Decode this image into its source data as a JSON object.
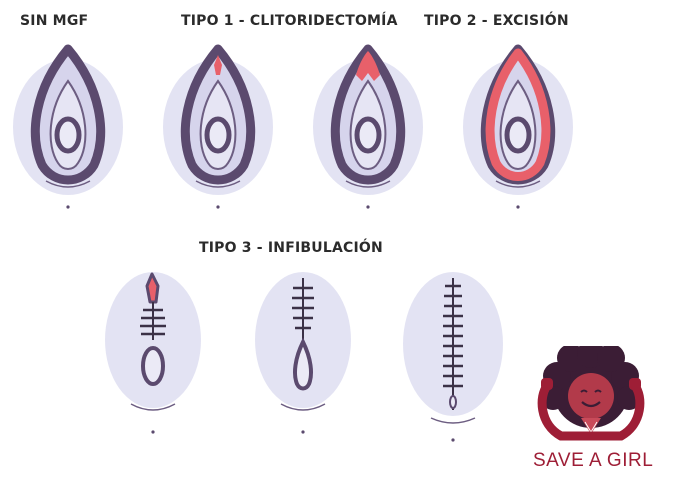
{
  "labels": {
    "none": "SIN MGF",
    "type1": "TIPO 1 - CLITORIDECTOMÍA",
    "type2": "TIPO 2 - EXCISIÓN",
    "type3": "TIPO 3 - INFIBULACIÓN"
  },
  "logo": {
    "text": "SAVE A GIRL",
    "logo_color": "#9e1e36",
    "hair_color": "#3b1d35",
    "face_color": "#b23a4a"
  },
  "colors": {
    "skin": "#dcdcf0",
    "outline": "#5b4a6e",
    "highlight": "#e8606a",
    "stitch": "#3b3146"
  }
}
